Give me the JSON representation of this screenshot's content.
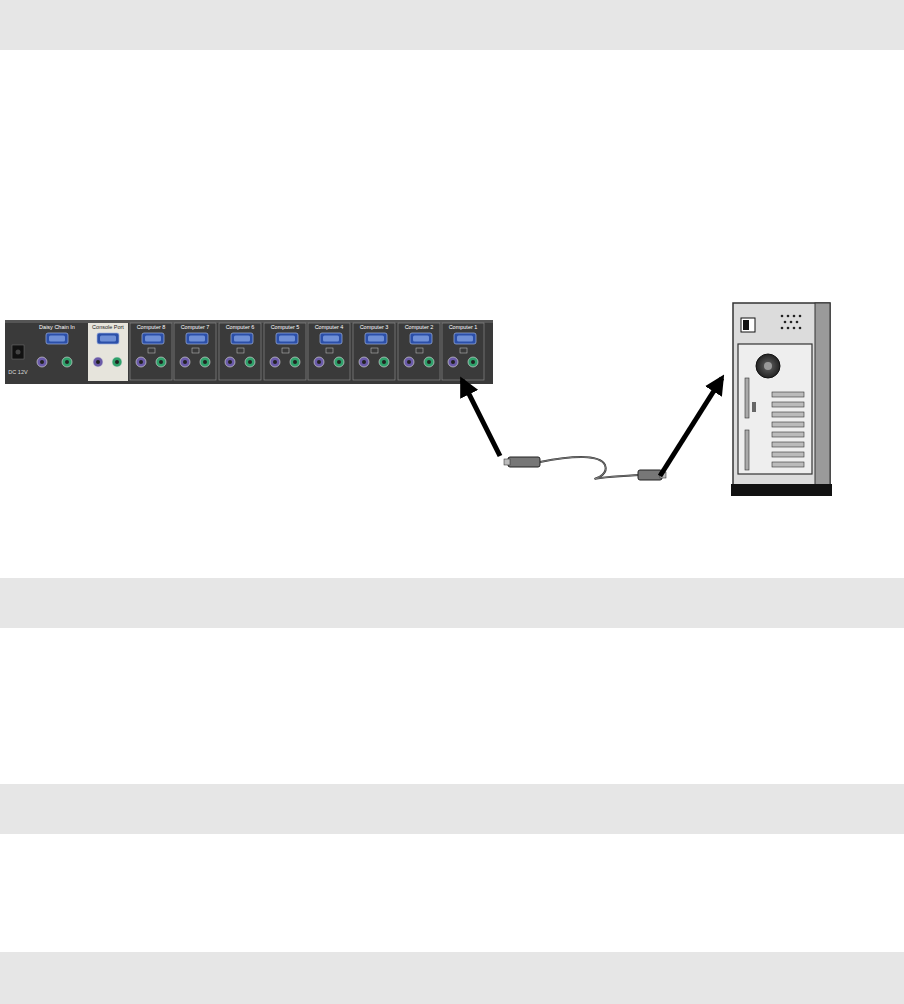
{
  "diagram": {
    "labels": [
      "DC 12V",
      "Daisy Chain In",
      "Console Port",
      "Computer 8",
      "Computer 7",
      "Computer 6",
      "Computer 5",
      "Computer 4",
      "Computer 3",
      "Computer 2",
      "Computer 1"
    ]
  }
}
